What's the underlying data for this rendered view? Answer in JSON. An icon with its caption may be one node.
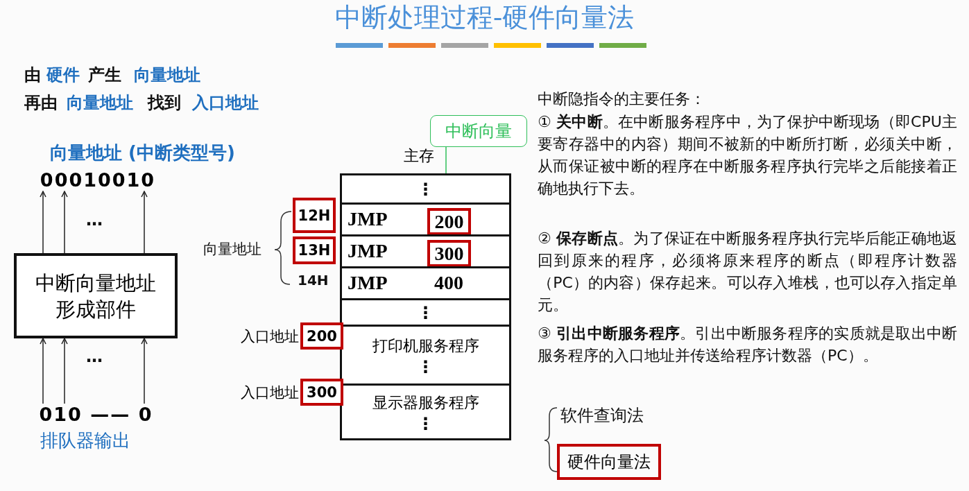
{
  "diagram": {
    "title": "中断处理过程-硬件向量法",
    "nodes": [
      {
        "text": [
          "中断向量地址形成部件"
        ]
      },
      {
        "text": [
          "00010010"
        ]
      },
      {
        "text": [
          "010 —— 0"
        ]
      },
      {
        "text": [
          "主存"
        ]
      },
      {
        "text": [
          "⋮"
        ],
        "in": 3
      },
      {
        "text": [
          "JMP"
        ],
        "in": 3
      },
      {
        "text": [
          "200"
        ],
        "in": 5
      },
      {
        "text": [
          "JMP"
        ],
        "in": 3
      },
      {
        "text": [
          "300"
        ],
        "in": 7
      },
      {
        "text": [
          "JMP",
          "400"
        ],
        "in": 3
      },
      {
        "text": [
          "⋮"
        ],
        "in": 3
      },
      {
        "text": [
          "打印机服务程序",
          "⋮"
        ],
        "in": 3
      },
      {
        "text": [
          "显示器服务程序",
          "⋮"
        ],
        "in": 3
      },
      {
        "text": [
          "12H"
        ]
      },
      {
        "text": [
          "13H"
        ]
      },
      {
        "text": [
          "200"
        ],
        "beside": [
          "入口地址"
        ]
      },
      {
        "text": [
          "300"
        ],
        "beside": [
          "入口地址"
        ]
      },
      {
        "text": [
          "中断向量"
        ]
      },
      {
        "text": [
          "硬件向量法"
        ]
      }
    ],
    "edges": [
      {
        "from": 2,
        "to": 0,
        "arrow": "to"
      },
      {
        "from": 2,
        "to": 0,
        "arrow": "to"
      },
      {
        "from": 2,
        "to": 0,
        "arrow": "to"
      },
      {
        "from": 0,
        "to": 1,
        "arrow": "to"
      },
      {
        "from": 0,
        "to": 1,
        "arrow": "to"
      },
      {
        "from": 0,
        "to": 1,
        "arrow": "to"
      },
      {
        "from": 17,
        "to": 6,
        "arrow": "none",
        "color": "#2fbf5a"
      }
    ],
    "labels": [
      "由",
      "硬件",
      "产生",
      "向量地址",
      "再由",
      "向量地址",
      "找到",
      "入口地址",
      "向量地址 (中断类型号)",
      "…",
      "…",
      "排队器输出",
      "向量地址",
      "14H",
      "中断隐指令的主要任务：",
      "① **关中断**。在中断服务程序中，为了保护中断现场（即CPU主要寄存器中的内容）期间不被新的中断所打断，必须关中断，从而保证被中断的程序在中断服务程序执行完毕之后能接着正确地执行下去。",
      "② **保存断点**。为了保证在中断服务程序执行完毕后能正确地返回到原来的程序，必须将原来程序的断点（即程序计数器（PC）的内容）保存起来。可以存入堆栈，也可以存入指定单元。",
      "③ **引出中断服务程序**。引出中断服务程序的实质就是取出中断服务程序的入口地址并传送给程序计数器（PC）。",
      "软件查询法"
    ]
  }
}
